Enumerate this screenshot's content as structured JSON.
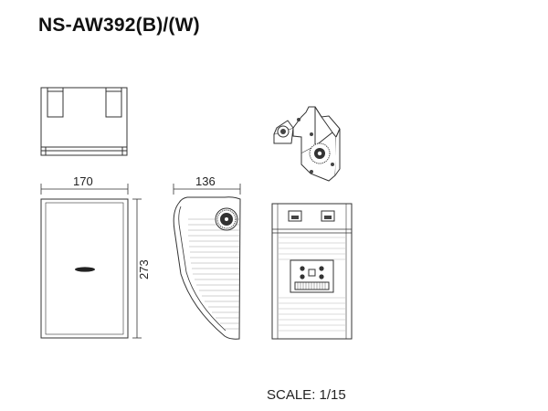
{
  "title": "NS-AW392(B)/(W)",
  "dimensions": {
    "width": "170",
    "depth": "136",
    "height": "273"
  },
  "scale_label": "SCALE: 1/15",
  "colors": {
    "line": "#333333",
    "fill": "#ffffff",
    "screw": "#444444"
  }
}
